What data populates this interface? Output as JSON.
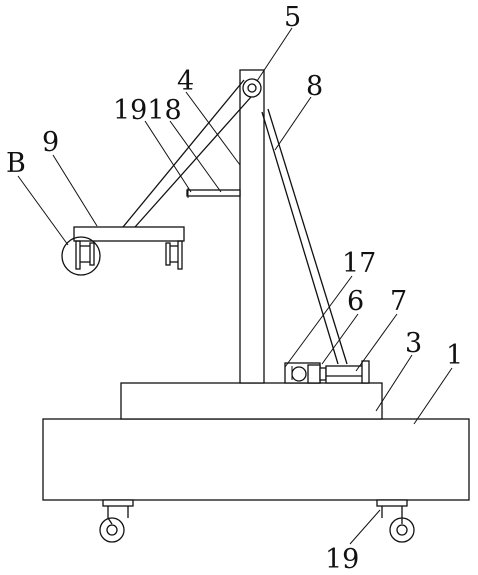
{
  "figure": {
    "labels": {
      "l1": "1",
      "l3": "3",
      "l4": "4",
      "l5": "5",
      "l6": "6",
      "l7": "7",
      "l8": "8",
      "l9": "9",
      "l17": "17",
      "l1918": "1918",
      "l19": "19",
      "lB": "B"
    }
  }
}
